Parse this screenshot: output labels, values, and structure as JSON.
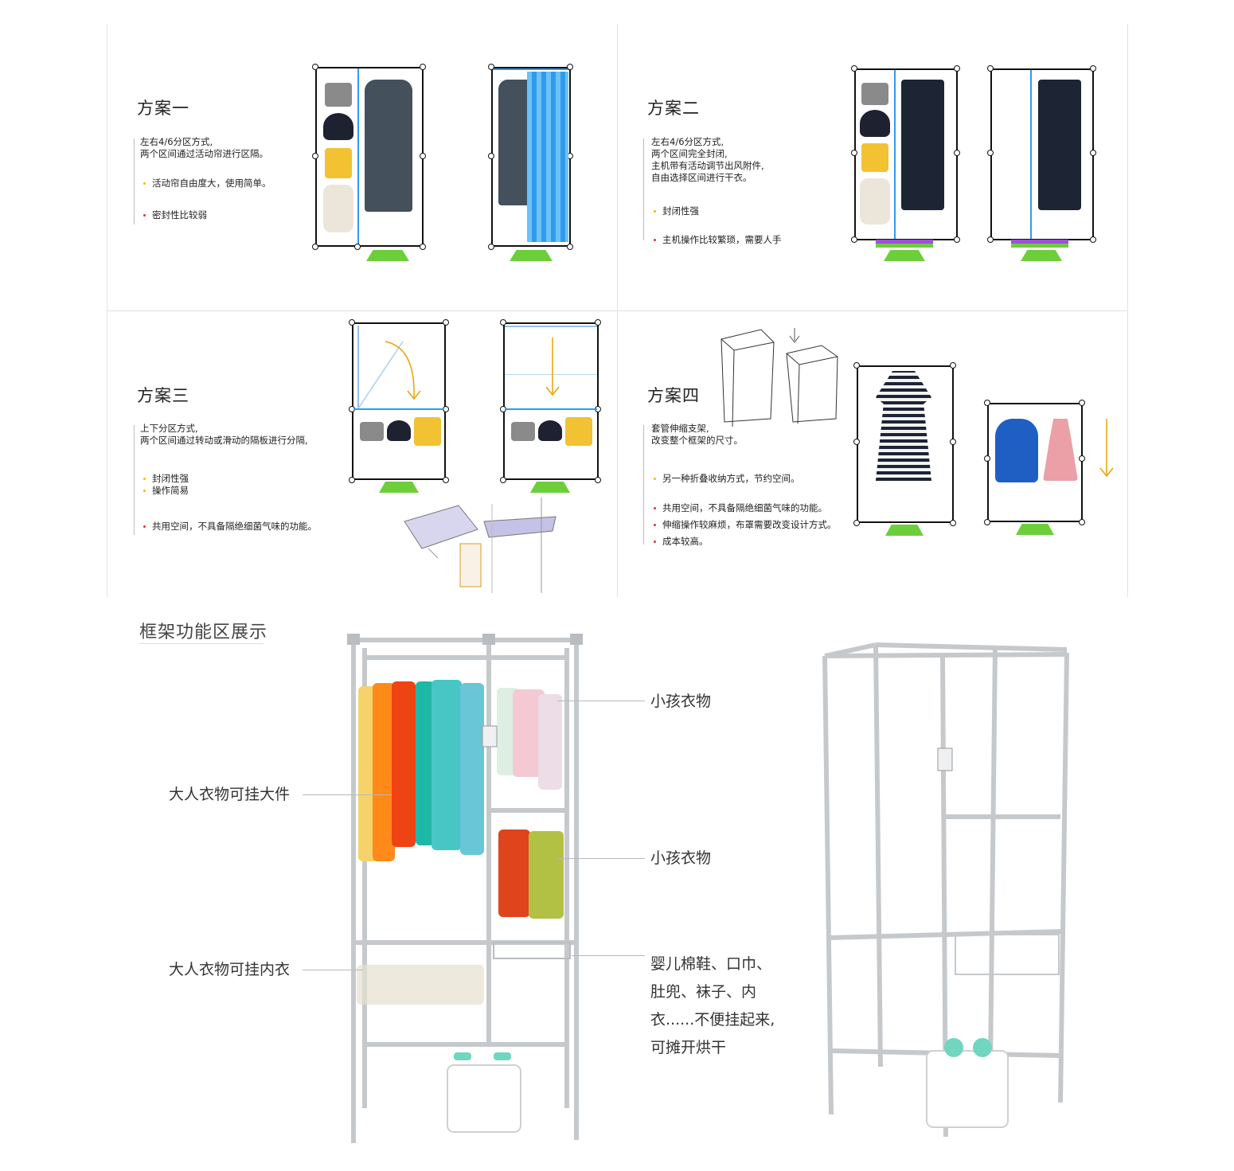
{
  "schemes": [
    {
      "title": "方案一",
      "description": "左右4/6分区方式,\n两个区间通过活动帘进行区隔。",
      "pros": [
        "活动帘自由度大，使用简单。"
      ],
      "cons": [
        "密封性比较弱"
      ]
    },
    {
      "title": "方案二",
      "description": "左右4/6分区方式,\n两个区间完全封闭,\n主机带有活动调节出风附件,\n自由选择区间进行干衣。",
      "pros": [
        "封闭性强"
      ],
      "cons": [
        "主机操作比较繁琐，需要人手"
      ]
    },
    {
      "title": "方案三",
      "description": "上下分区方式,\n两个区间通过转动或滑动的隔板进行分隔,",
      "pros": [
        "封闭性强",
        "操作简易"
      ],
      "cons": [
        "共用空间，不具备隔绝细菌气味的功能。"
      ]
    },
    {
      "title": "方案四",
      "description": "套管伸缩支架,\n改变整个框架的尺寸。",
      "pros": [
        "另一种折叠收纳方式，节约空间。"
      ],
      "cons": [
        "共用空间，不具备隔绝细菌气味的功能。",
        "伸缩操作较麻烦，布罩需要改变设计方式。",
        "成本较高。"
      ]
    }
  ],
  "frame_section": {
    "title": "框架功能区展示",
    "labels": {
      "kids_top": "小孩衣物",
      "adult_large": "大人衣物可挂大件",
      "kids_mid": "小孩衣物",
      "adult_underwear": "大人衣物可挂内衣",
      "basket_line1": "婴儿棉鞋、口巾、",
      "basket_line2": "肚兜、袜子、内",
      "basket_line3": "衣......不便挂起来,",
      "basket_line4": "可摊开烘干"
    }
  },
  "colors": {
    "accent_blue": "#2f9bef",
    "base_green": "#6ccf3a",
    "pro_dot": "#e8c000",
    "con_dot": "#e0303a",
    "arrow_orange": "#e8a400"
  }
}
